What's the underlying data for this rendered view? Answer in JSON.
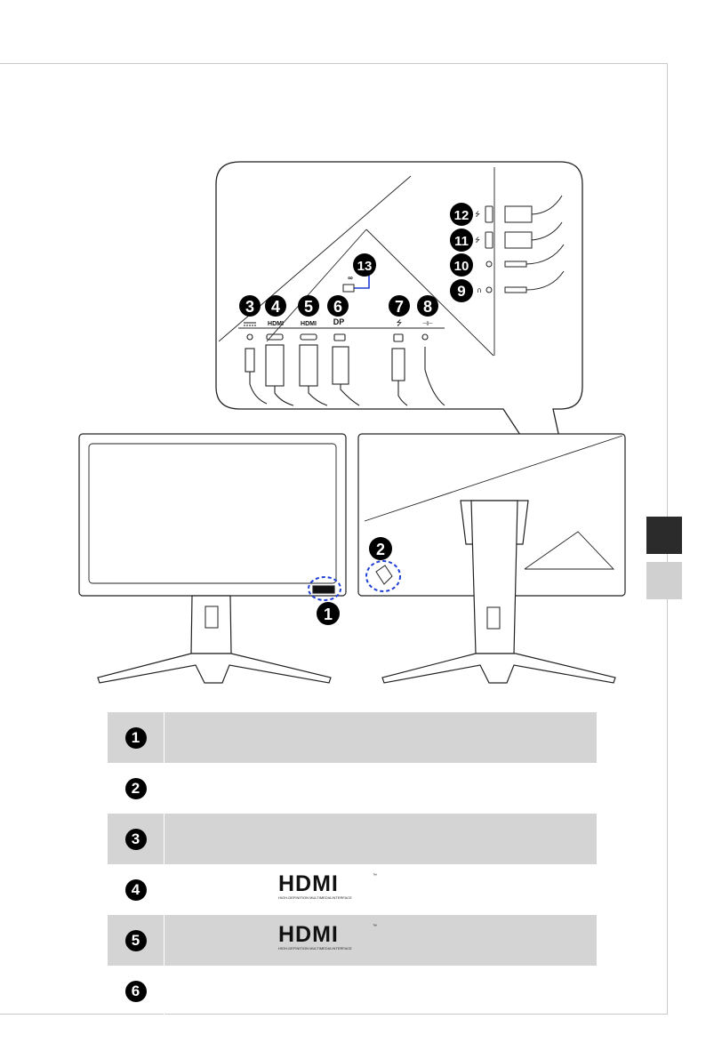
{
  "callouts": {
    "c1": "1",
    "c2": "2",
    "c3": "3",
    "c4": "4",
    "c5": "5",
    "c6": "6",
    "c7": "7",
    "c8": "8",
    "c9": "9",
    "c10": "10",
    "c11": "11",
    "c12": "12",
    "c13": "13"
  },
  "port_labels": {
    "hdmi_a": "HDMI",
    "hdmi_b": "HDMI",
    "dp": "DP"
  },
  "legend": [
    {
      "number": "1",
      "shaded": true
    },
    {
      "number": "2",
      "shaded": false
    },
    {
      "number": "3",
      "shaded": true
    },
    {
      "number": "4",
      "shaded": false,
      "logo_word": "HDMI",
      "logo_tagline": "HIGH-DEFINITION MULTIMEDIA INTERFACE",
      "logo_tm": "™"
    },
    {
      "number": "5",
      "shaded": true,
      "logo_word": "HDMI",
      "logo_tagline": "HIGH-DEFINITION MULTIMEDIA INTERFACE",
      "logo_tm": "™"
    },
    {
      "number": "6",
      "shaded": false
    }
  ],
  "colors": {
    "highlight_blue": "#1f3fd6",
    "badge": "#000000",
    "row_shade": "#d4d4d4"
  }
}
